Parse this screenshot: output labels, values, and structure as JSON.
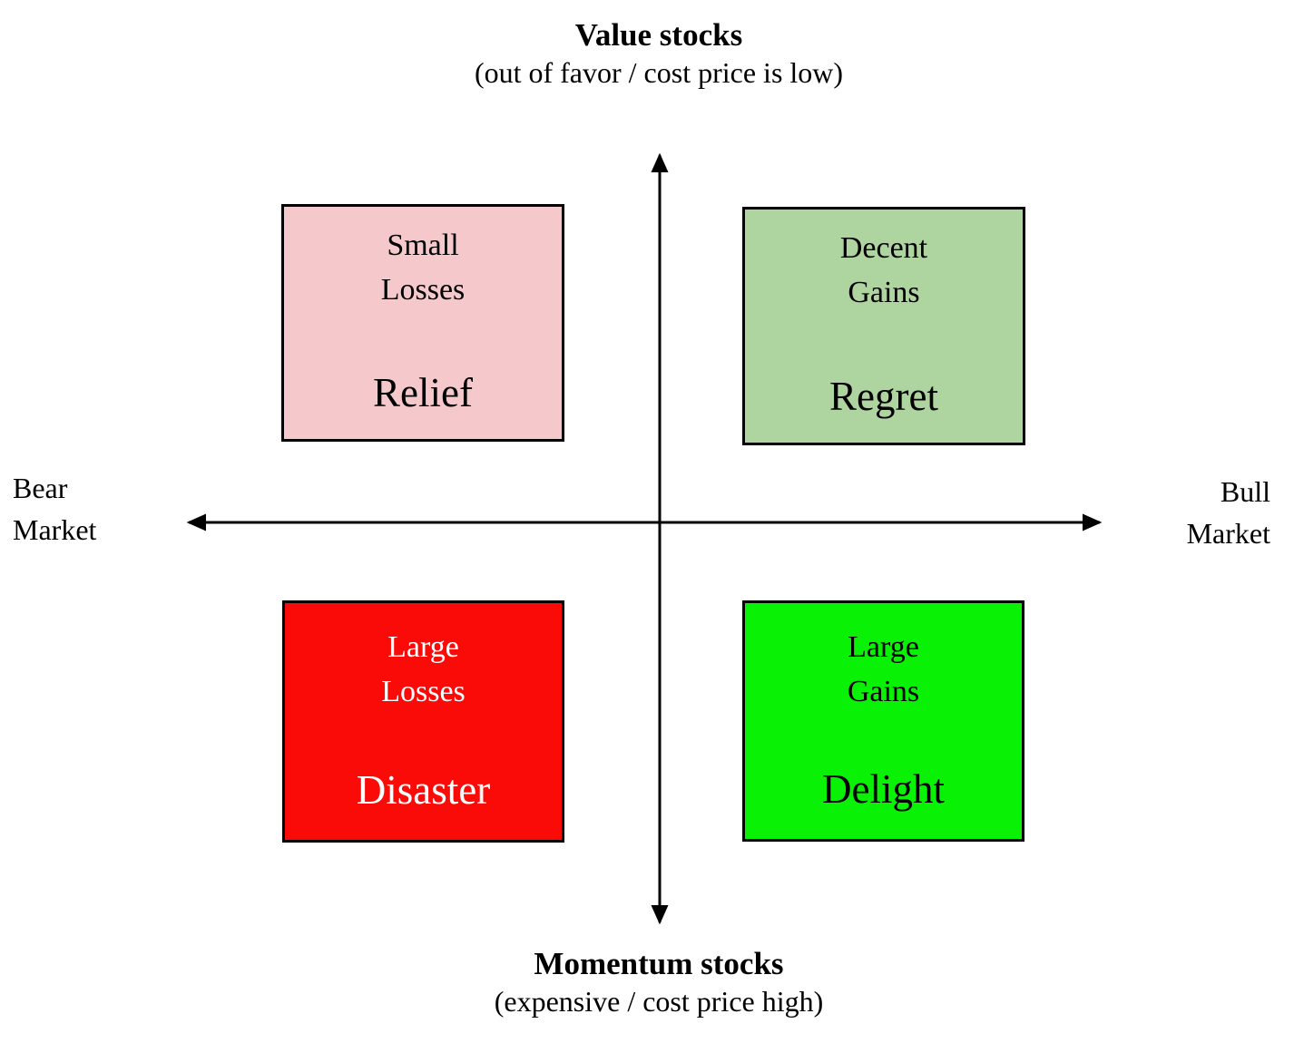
{
  "diagram": {
    "top_axis": {
      "title": "Value stocks",
      "subtitle": "(out of favor / cost price is low)"
    },
    "bottom_axis": {
      "title": "Momentum stocks",
      "subtitle": "(expensive / cost price high)"
    },
    "left_axis": {
      "line1": "Bear",
      "line2": "Market"
    },
    "right_axis": {
      "line1": "Bull",
      "line2": "Market"
    },
    "axis_color": "#000000",
    "quadrants": {
      "top_left": {
        "outcome_line1": "Small",
        "outcome_line2": "Losses",
        "emotion": "Relief",
        "fill": "#f5c9cc",
        "text_color": "#000000"
      },
      "top_right": {
        "outcome_line1": "Decent",
        "outcome_line2": "Gains",
        "emotion": "Regret",
        "fill": "#aed4a0",
        "text_color": "#000000"
      },
      "bottom_left": {
        "outcome_line1": "Large",
        "outcome_line2": "Losses",
        "emotion": "Disaster",
        "fill": "#fb0b08",
        "text_color": "#ffffff"
      },
      "bottom_right": {
        "outcome_line1": "Large",
        "outcome_line2": "Gains",
        "emotion": "Delight",
        "fill": "#09f104",
        "text_color": "#000000"
      }
    }
  }
}
